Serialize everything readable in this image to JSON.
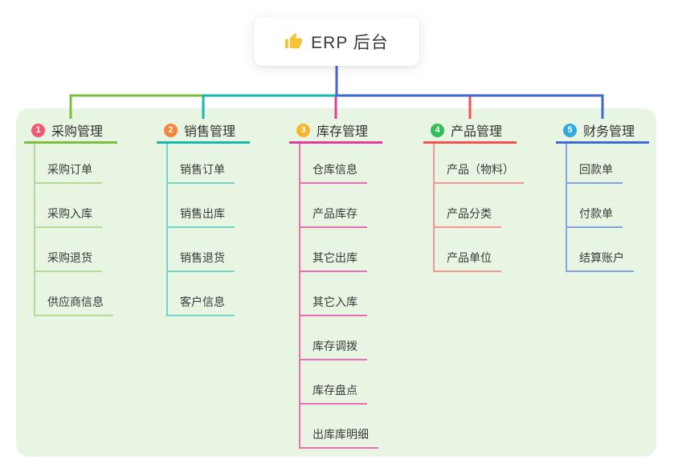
{
  "root": {
    "label": "ERP 后台",
    "icon": "thumbs-up-icon",
    "icon_color": "#f7c236"
  },
  "branches": [
    {
      "index": "1",
      "label": "采购管理",
      "badge_color": "#f25a74",
      "line_color": "#7cbf3f",
      "child_line_color": "#b5d998",
      "children": [
        "采购订单",
        "采购入库",
        "采购退货",
        "供应商信息"
      ]
    },
    {
      "index": "2",
      "label": "销售管理",
      "badge_color": "#f8833b",
      "line_color": "#17b9ae",
      "child_line_color": "#72d5c8",
      "children": [
        "销售订单",
        "销售出库",
        "销售退货",
        "客户信息"
      ]
    },
    {
      "index": "3",
      "label": "库存管理",
      "badge_color": "#f9b32b",
      "line_color": "#e23c96",
      "child_line_color": "#ee6cb4",
      "children": [
        "仓库信息",
        "产品库存",
        "其它出库",
        "其它入库",
        "库存调拨",
        "库存盘点",
        "出库库明细"
      ]
    },
    {
      "index": "4",
      "label": "产品管理",
      "badge_color": "#34bd56",
      "line_color": "#f4504d",
      "child_line_color": "#f69694",
      "children": [
        "产品（物料）",
        "产品分类",
        "产品单位"
      ]
    },
    {
      "index": "5",
      "label": "财务管理",
      "badge_color": "#33a9e0",
      "line_color": "#3e6ad2",
      "child_line_color": "#86a2e2",
      "children": [
        "回款单",
        "付款单",
        "结算账户"
      ]
    }
  ],
  "colors": {
    "canvas_bg": "#ffffff",
    "panel_bg": "#e8f5e2",
    "root_connector": "#4a63ce",
    "text": "#333333"
  }
}
